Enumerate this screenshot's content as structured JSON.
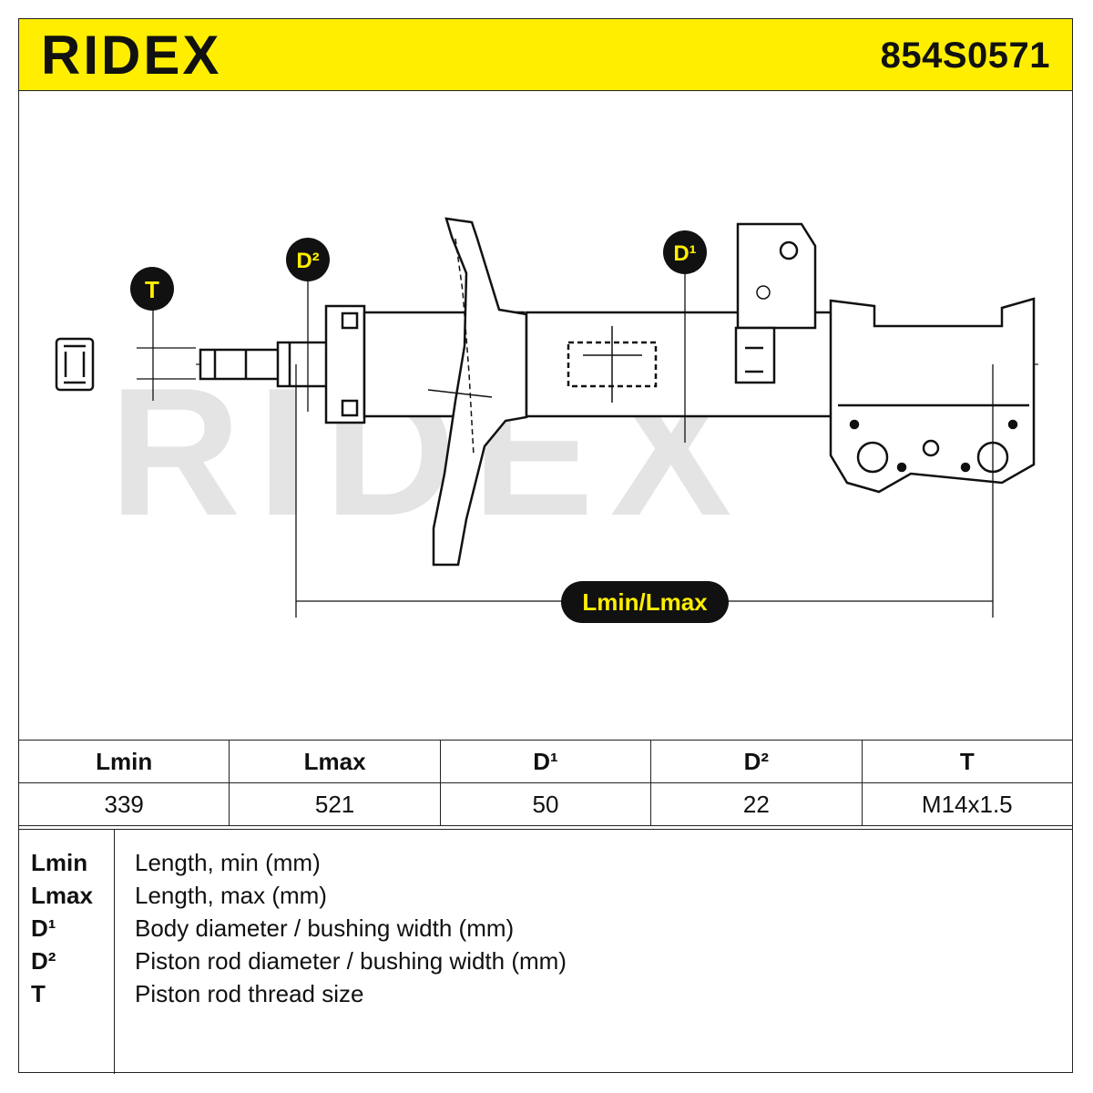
{
  "header": {
    "brand": "RIDEX",
    "part_number": "854S0571",
    "background_color": "#ffee00"
  },
  "drawing": {
    "watermark": "RIDEX",
    "labels": {
      "T": "T",
      "D2": "D²",
      "D1": "D¹",
      "length": "Lmin/Lmax"
    },
    "label_badge_color": "#111111",
    "label_text_color": "#ffee00"
  },
  "specs": {
    "headers": [
      "Lmin",
      "Lmax",
      "D¹",
      "D²",
      "T"
    ],
    "values": [
      "339",
      "521",
      "50",
      "22",
      "M14x1.5"
    ]
  },
  "legend": [
    {
      "key": "Lmin",
      "desc": "Length, min (mm)"
    },
    {
      "key": "Lmax",
      "desc": "Length, max (mm)"
    },
    {
      "key": "D¹",
      "desc": "Body diameter / bushing width (mm)"
    },
    {
      "key": "D²",
      "desc": "Piston rod diameter / bushing width (mm)"
    },
    {
      "key": "T",
      "desc": "Piston rod thread size"
    }
  ]
}
